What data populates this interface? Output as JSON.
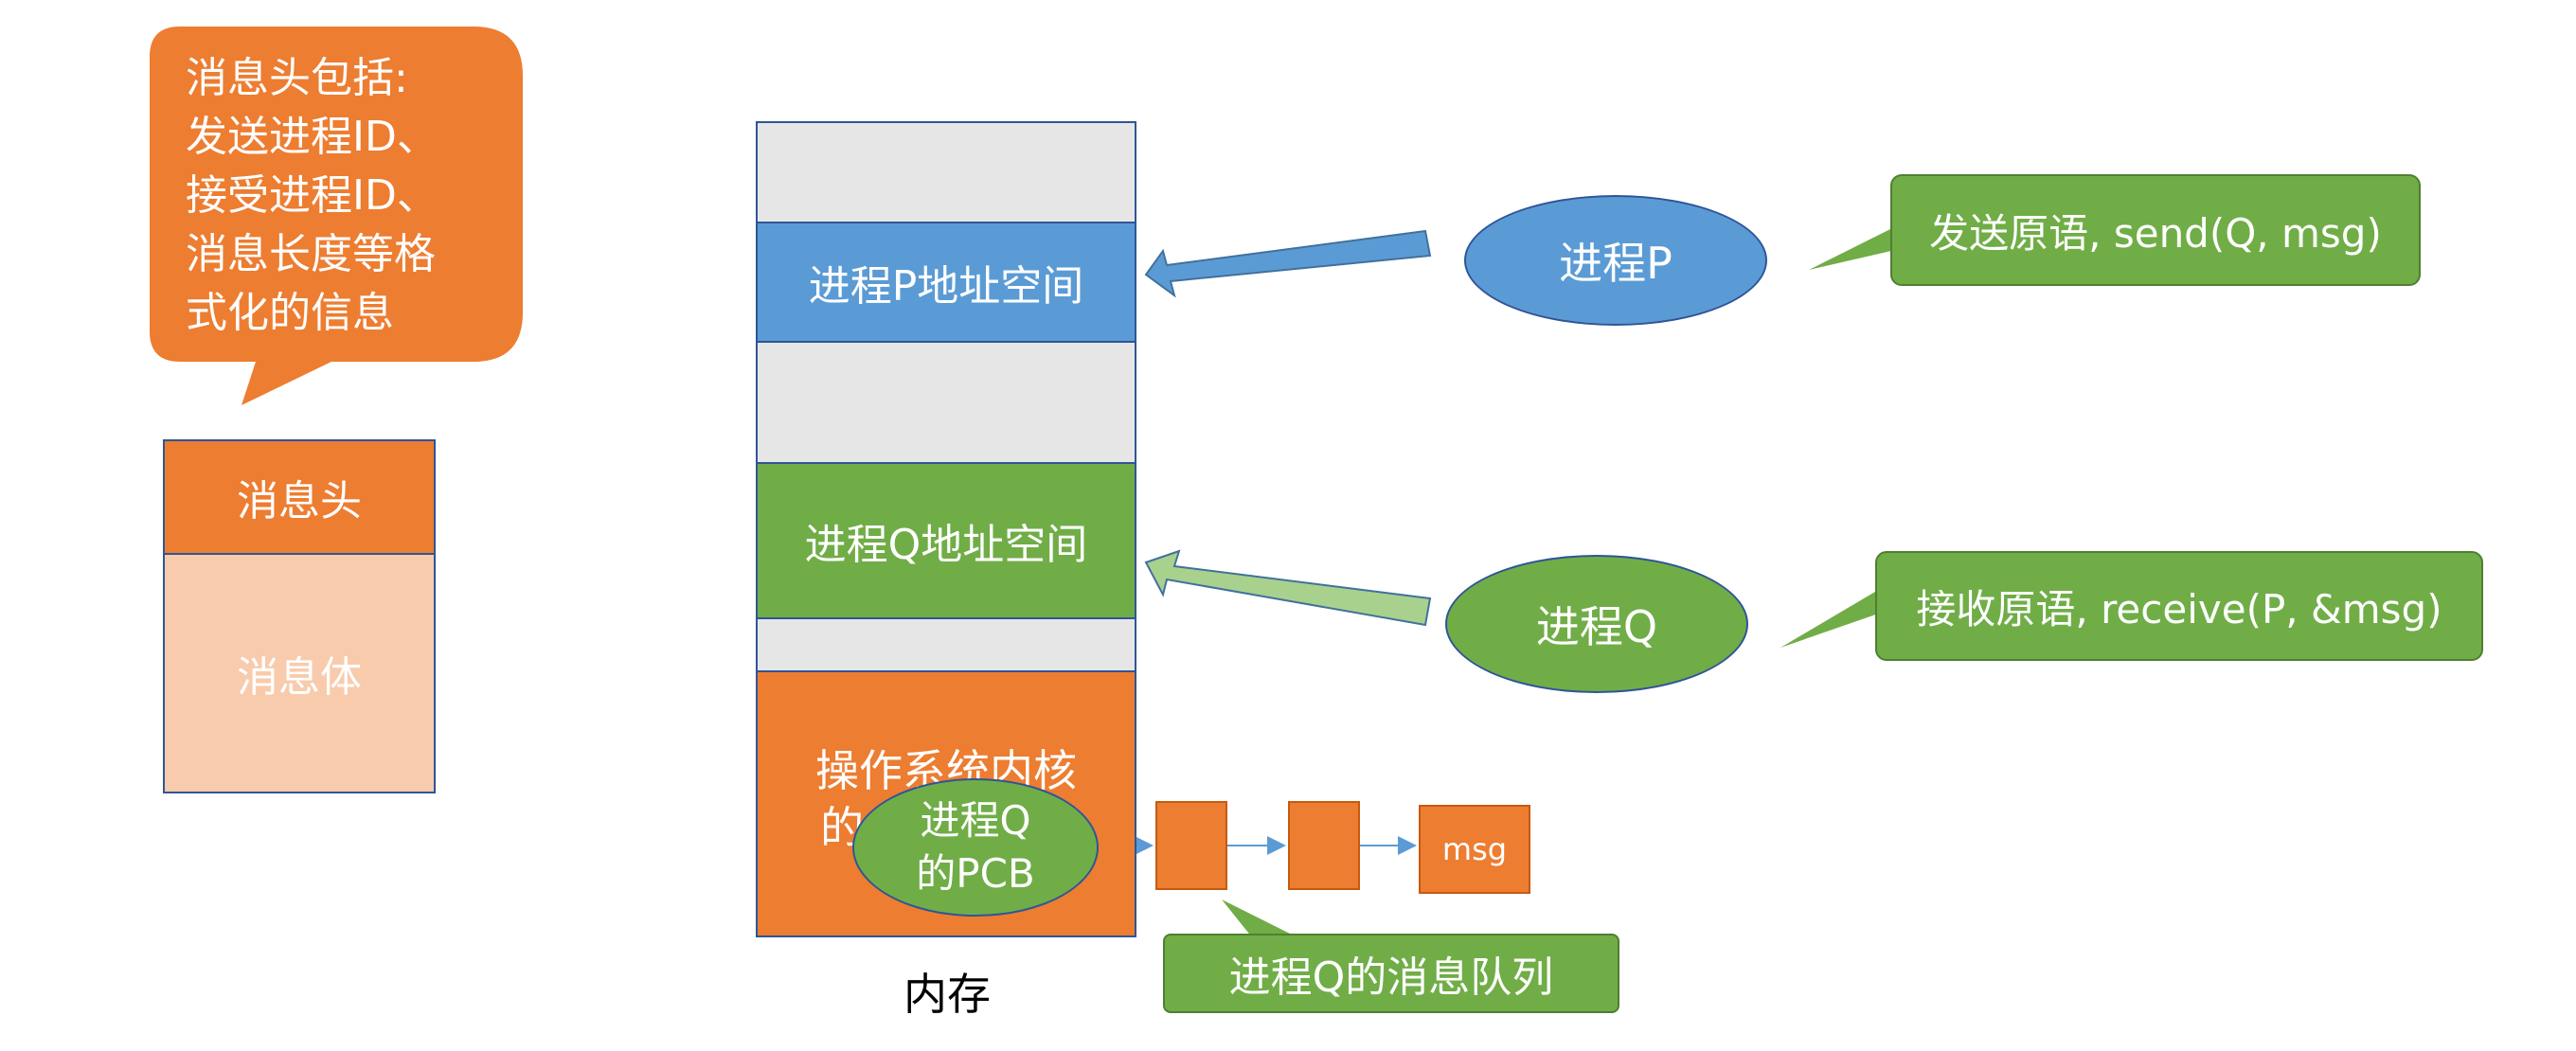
{
  "callout_header_info": [
    "消息头包括:",
    "发送进程ID、",
    "接受进程ID、",
    "消息长度等格",
    "式化的信息"
  ],
  "message_structure": {
    "header": "消息头",
    "body": "消息体"
  },
  "memory": {
    "p_space": "进程P地址空间",
    "q_space": "进程Q地址空间",
    "kernel": [
      "操作系统内核",
      "的"
    ],
    "caption": "内存"
  },
  "pcb": [
    "进程Q",
    "的PCB"
  ],
  "queue": {
    "msg": "msg",
    "label": "进程Q的消息队列"
  },
  "process_p": {
    "label": "进程P",
    "primitive": "发送原语, send(Q, msg)"
  },
  "process_q": {
    "label": "进程Q",
    "primitive": "接收原语, receive(P, &msg)"
  },
  "colors": {
    "orange": "#ED7D31",
    "light_orange": "#F8CBAD",
    "blue": "#5B9BD5",
    "green": "#70AD47",
    "gray": "#E7E6E6",
    "border_blue": "#2F5597"
  }
}
